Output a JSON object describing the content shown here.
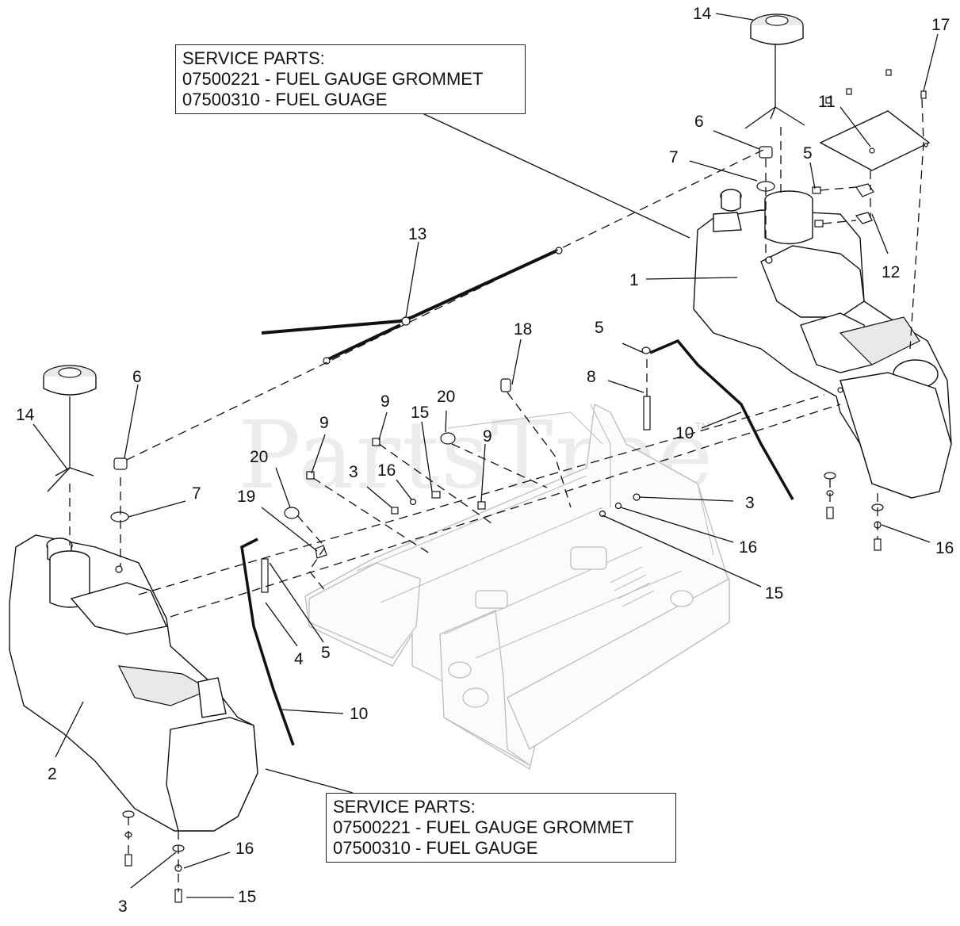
{
  "watermark": "PartsTree",
  "watermark_tm": "TM",
  "service_boxes": {
    "top": {
      "title": "SERVICE PARTS:",
      "line1": "07500221 - FUEL GAUGE GROMMET",
      "line2": "07500310 - FUEL GUAGE"
    },
    "bottom": {
      "title": "SERVICE PARTS:",
      "line1": "07500221 - FUEL GAUGE GROMMET",
      "line2": "07500310 - FUEL GAUGE"
    }
  },
  "callouts": {
    "c14_top": "14",
    "c17": "17",
    "c11": "11",
    "c6_top": "6",
    "c7_top": "7",
    "c5_top": "5",
    "c12": "12",
    "c1": "1",
    "c13": "13",
    "c5_mid": "5",
    "c8": "8",
    "c10_right": "10",
    "c18": "18",
    "c9_a": "9",
    "c20_a": "20",
    "c15_a": "15",
    "c9_b": "9",
    "c9_c": "9",
    "c3_a": "3",
    "c16_a": "16",
    "c20_b": "20",
    "c19": "19",
    "c3_right": "3",
    "c16_right_a": "16",
    "c15_right": "15",
    "c16_right_b": "16",
    "c6_left": "6",
    "c14_left": "14",
    "c7_left": "7",
    "c4": "4",
    "c5_left": "5",
    "c10_left": "10",
    "c2": "2",
    "c16_bottom": "16",
    "c3_bottom": "3",
    "c15_bottom": "15"
  }
}
